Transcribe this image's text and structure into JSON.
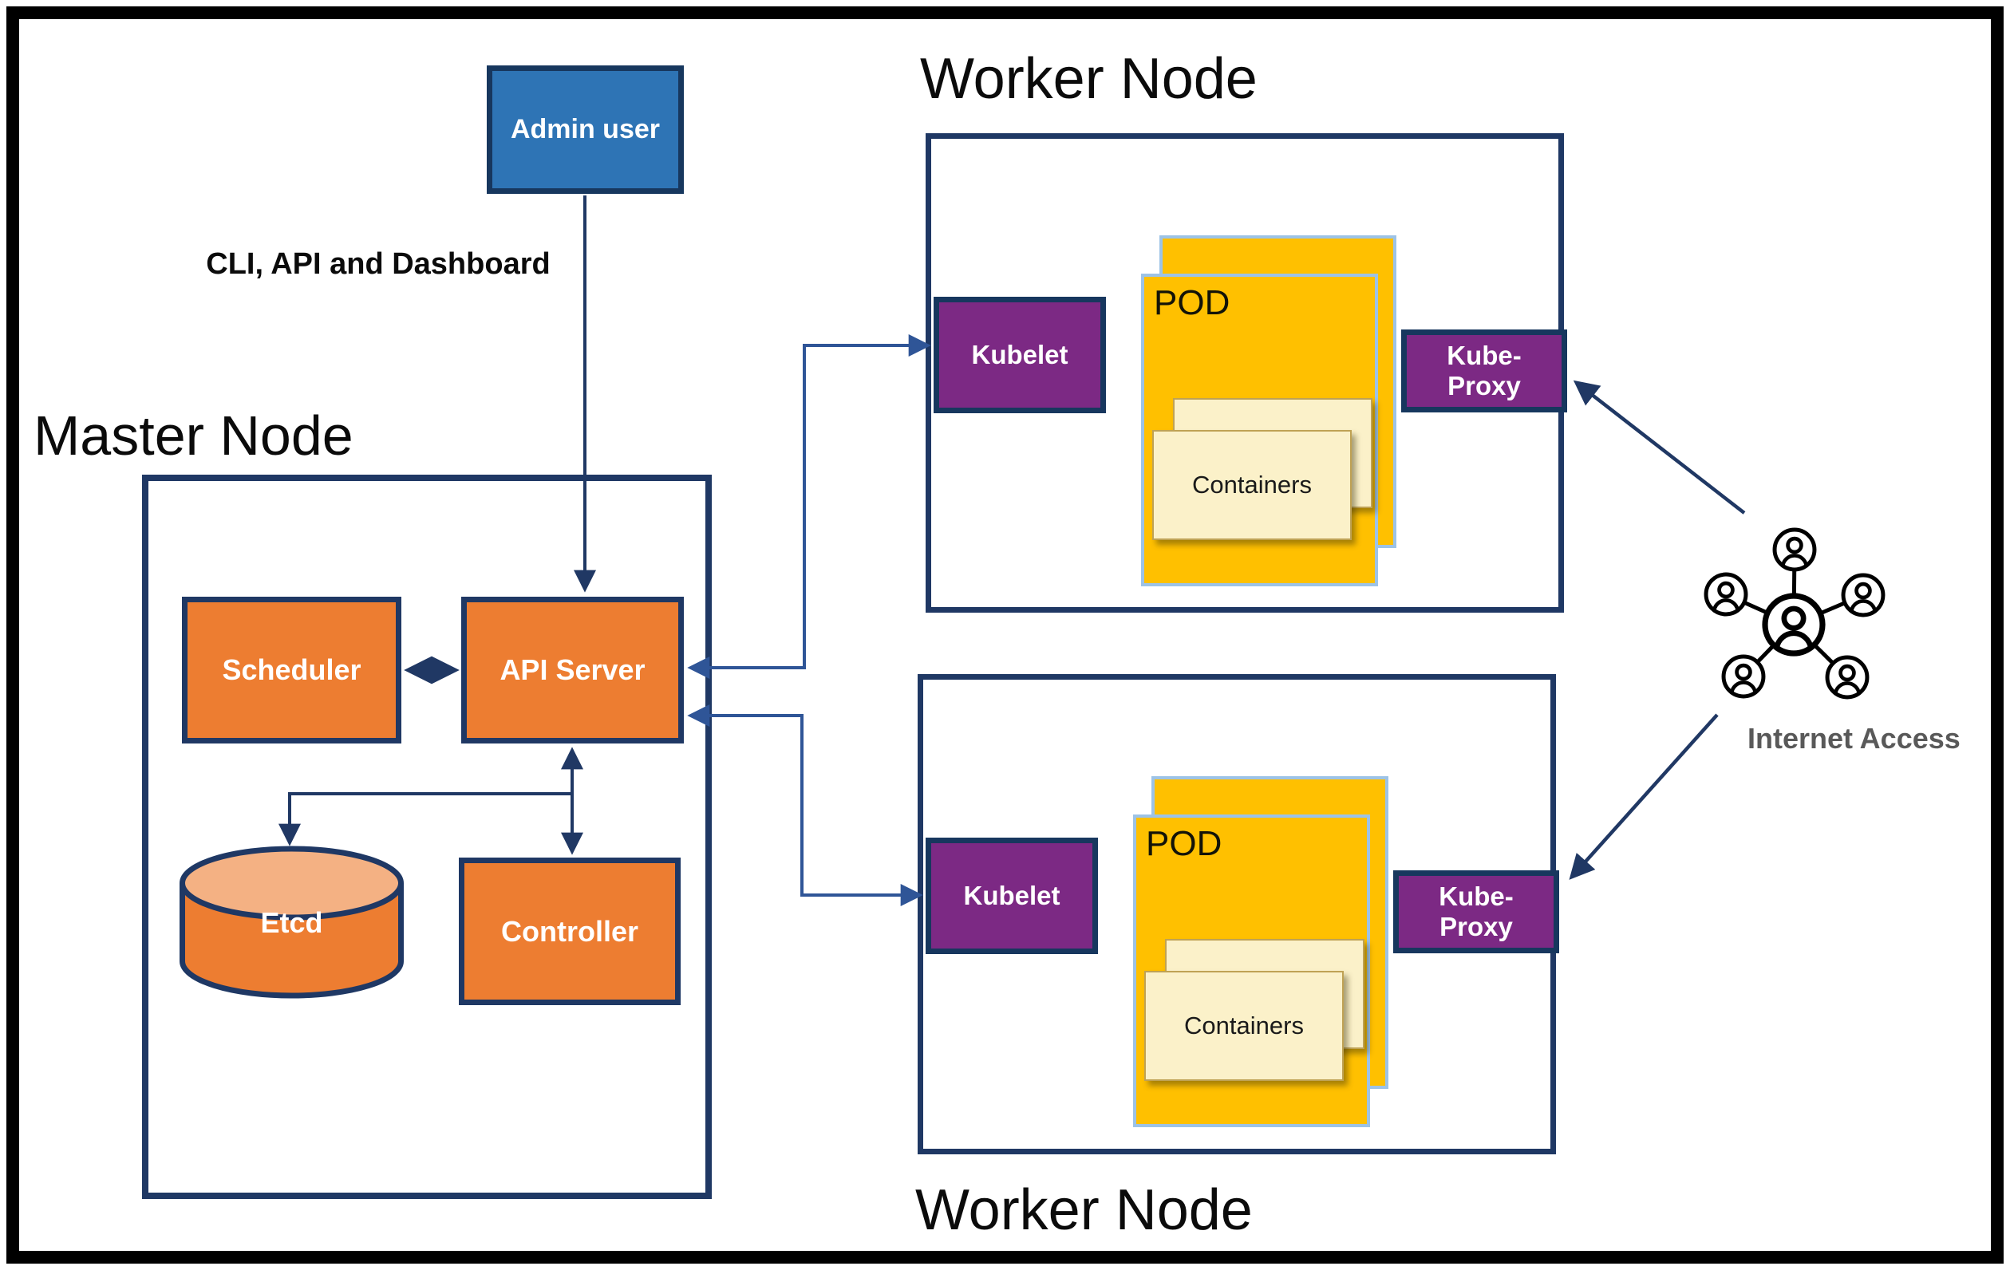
{
  "admin": {
    "label": "Admin user",
    "caption": "CLI, API and Dashboard"
  },
  "master": {
    "title": "Master Node",
    "scheduler": "Scheduler",
    "api_server": "API Server",
    "etcd": "Etcd",
    "controller": "Controller"
  },
  "workers": [
    {
      "title": "Worker Node",
      "kubelet": "Kubelet",
      "pod": "POD",
      "containers": "Containers",
      "kube_proxy": "Kube-Proxy"
    },
    {
      "title": "Worker Node",
      "kubelet": "Kubelet",
      "pod": "POD",
      "containers": "Containers",
      "kube_proxy": "Kube-Proxy"
    }
  ],
  "internet": {
    "label": "Internet Access"
  },
  "colors": {
    "component_orange": "#ED7D31",
    "etcd_top_peach": "#F4B183",
    "admin_blue": "#2E74B5",
    "kube_purple": "#7C2984",
    "pod_gold": "#FFC000",
    "pod_border_lightblue": "#9DC3E6",
    "containers_pale_yellow": "#FBF1C9",
    "box_border_navy": "#1F3864",
    "connector_navy": "#203864",
    "connector_blue": "#2F5597",
    "frame_black": "#000000",
    "internet_text_gray": "#595959"
  }
}
